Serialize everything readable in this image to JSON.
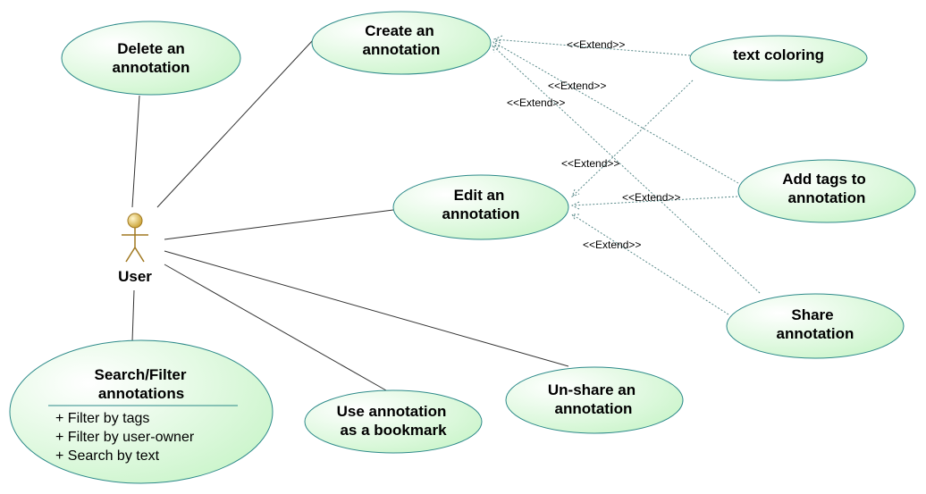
{
  "actor": {
    "label": "User"
  },
  "use_cases": {
    "delete": [
      "Delete an",
      "annotation"
    ],
    "create": [
      "Create an",
      "annotation"
    ],
    "edit": [
      "Edit an",
      "annotation"
    ],
    "text_coloring": [
      "text coloring"
    ],
    "add_tags": [
      "Add tags to",
      "annotation"
    ],
    "share": [
      "Share",
      "annotation"
    ],
    "unshare": [
      "Un-share an",
      "annotation"
    ],
    "bookmark": [
      "Use annotation",
      "as a bookmark"
    ],
    "search": [
      "Search/Filter",
      "annotations"
    ]
  },
  "search_features": [
    "+ Filter by tags",
    "+ Filter by user-owner",
    "+ Search by text"
  ],
  "extend_label": "<<Extend>>"
}
